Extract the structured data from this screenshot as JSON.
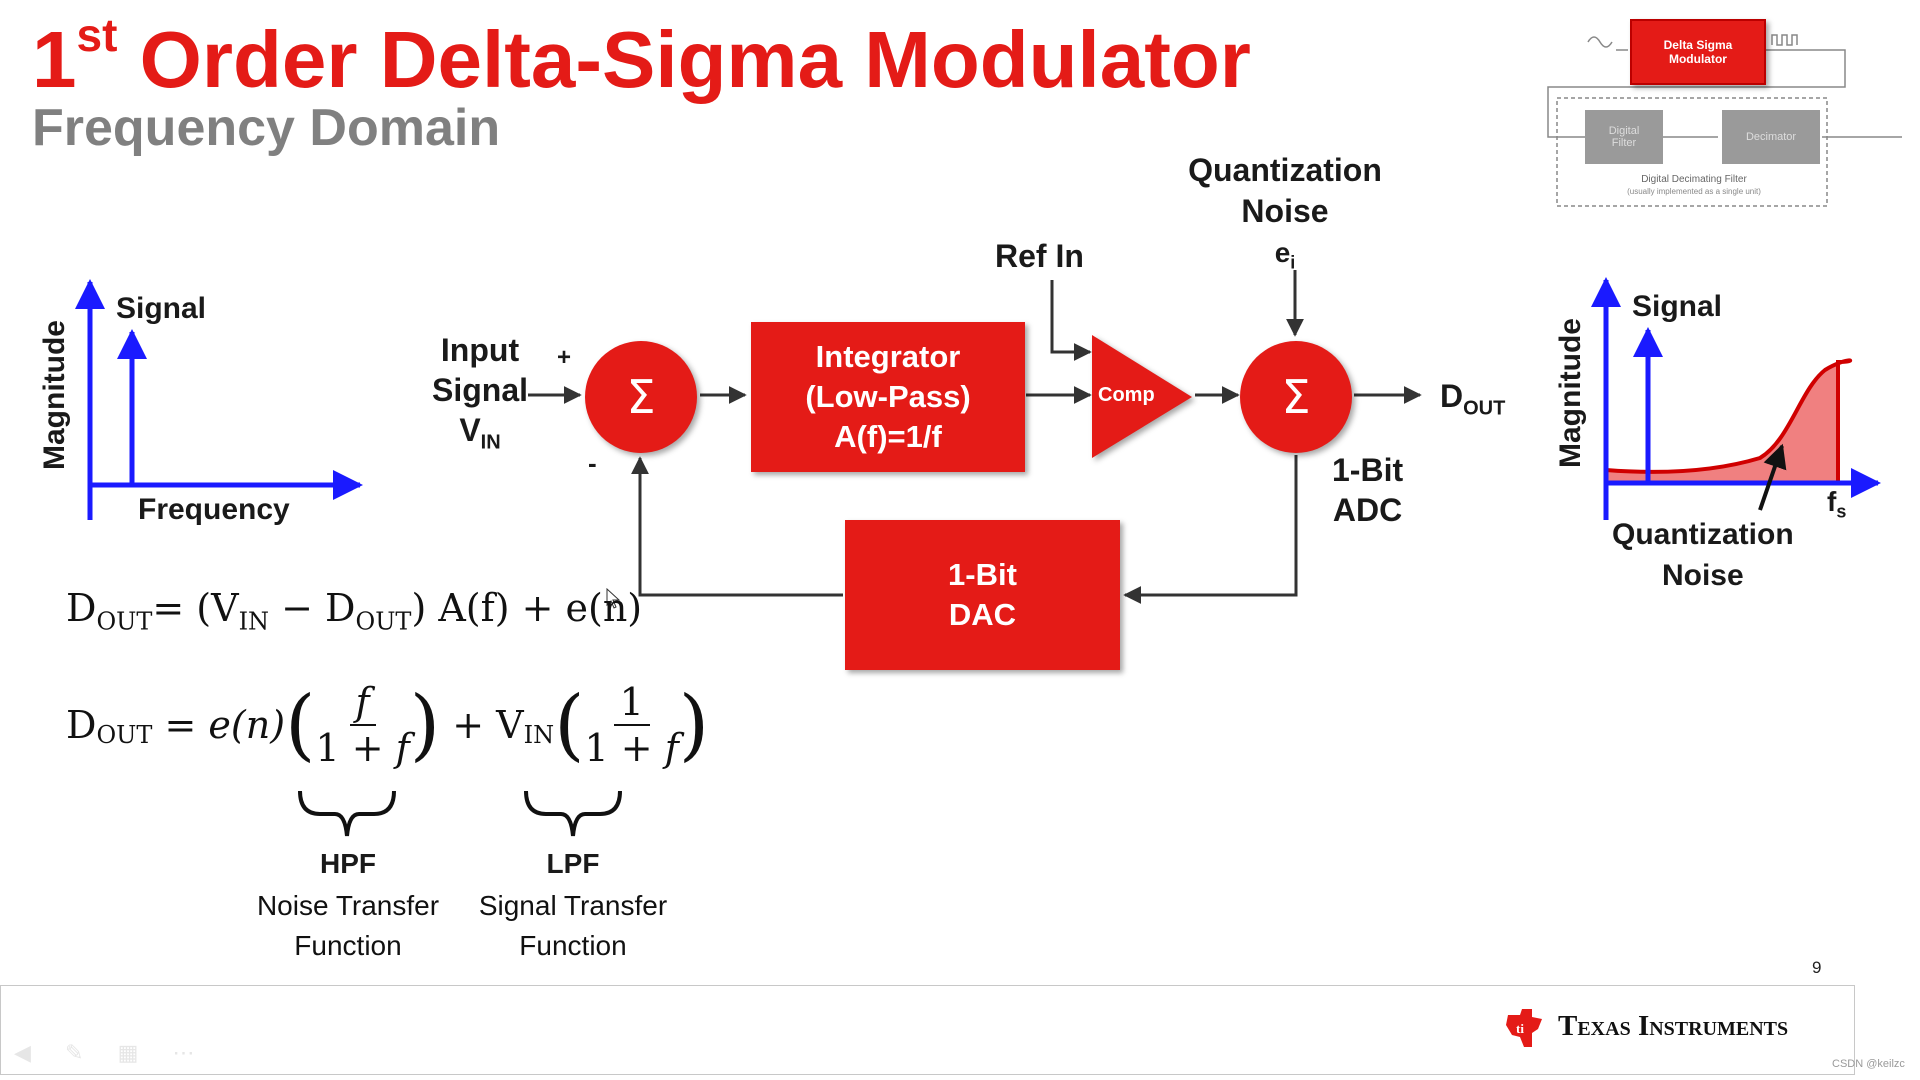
{
  "title": {
    "prefix": "1",
    "superscript": "st",
    "rest": " Order Delta-Sigma Modulator"
  },
  "subtitle": "Frequency Domain",
  "left_plot": {
    "y_label": "Magnitude",
    "x_label": "Frequency",
    "signal_label": "Signal"
  },
  "right_plot": {
    "y_label": "Magnitude",
    "signal_label": "Signal",
    "fs_label": "f",
    "fs_sub": "s",
    "noise_label_line1": "Quantization",
    "noise_label_line2": "Noise"
  },
  "block_diagram": {
    "input_line1": "Input",
    "input_line2": "Signal",
    "input_line3": "V",
    "input_sub": "IN",
    "plus_sign": "+",
    "minus_sign": "-",
    "sum_symbol": "Σ",
    "integrator_line1": "Integrator",
    "integrator_line2": "(Low-Pass)",
    "integrator_line3": "A(f)=1/f",
    "ref_in": "Ref In",
    "comp_label": "Comp",
    "qnoise_line1": "Quantization",
    "qnoise_line2": "Noise",
    "qnoise_e": "e",
    "qnoise_sub": "i",
    "dout": "D",
    "dout_sub": "OUT",
    "adc_line1": "1-Bit",
    "adc_line2": "ADC",
    "dac_line1": "1-Bit",
    "dac_line2": "DAC"
  },
  "equations": {
    "eq1": {
      "d": "D",
      "d_sub": "OUT",
      "eq": "= (V",
      "vin_sub": "IN",
      "minus": " − D",
      "d2_sub": "OUT",
      "tail": ") A(f) + e(n)"
    },
    "eq2": {
      "d": "D",
      "d_sub": "OUT",
      "eq": " = ",
      "e": "e",
      "n": "(n)",
      "f": "f",
      "one": "1",
      "plus_f": "1 + ",
      "f2": "f",
      "plus_v": " + V",
      "vin_sub": "IN"
    }
  },
  "annotations": {
    "hpf": "HPF",
    "hpf_line1": "Noise Transfer",
    "hpf_line2": "Function",
    "lpf": "LPF",
    "lpf_line1": "Signal Transfer",
    "lpf_line2": "Function"
  },
  "inset": {
    "top_block": "Delta Sigma\nModulator",
    "filter_block": "Digital\nFilter",
    "decimator_block": "Decimator",
    "caption_line1": "Digital Decimating Filter",
    "caption_line2": "(usually implemented as a single unit)"
  },
  "page_number": "9",
  "brand": "Texas Instruments",
  "watermark": "CSDN @keilzc",
  "colors": {
    "accent_red": "#e41b17",
    "axis_blue": "#1a1aff",
    "gray_text": "#808080",
    "noise_fill": "#f08080"
  }
}
